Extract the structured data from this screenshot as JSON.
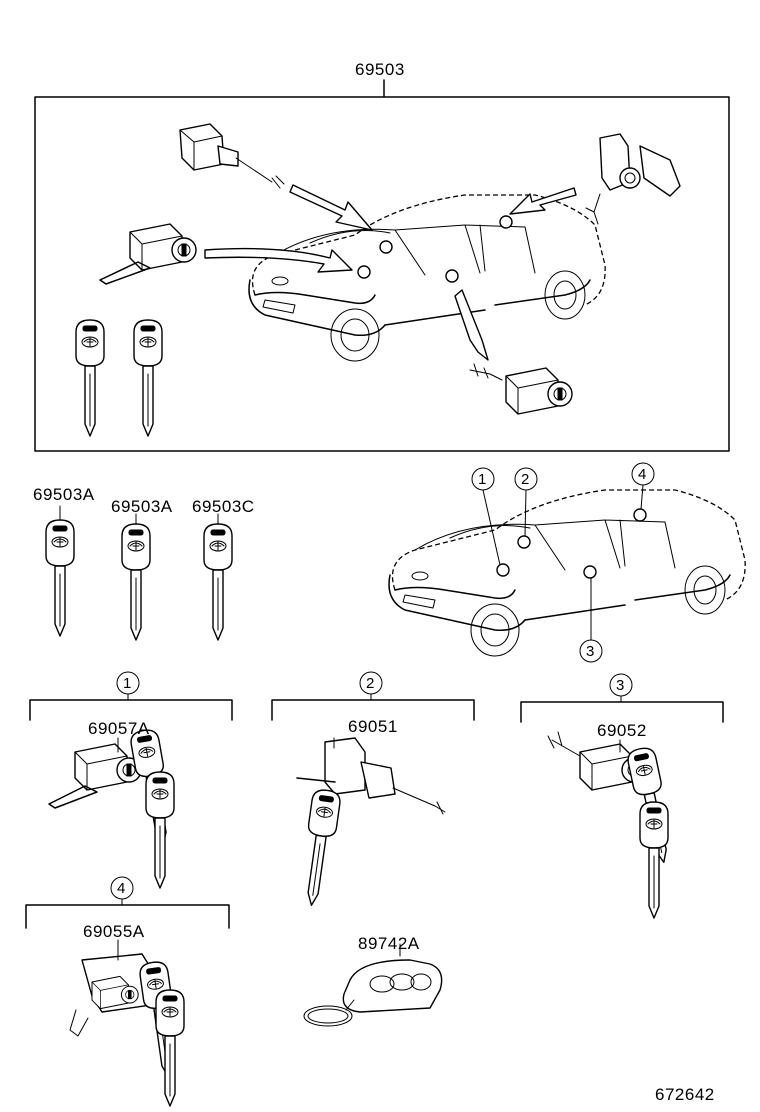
{
  "labels": {
    "assembly": "69503",
    "key_a1": "69503A",
    "key_a2": "69503A",
    "key_c": "69503C",
    "ignition": "69057A",
    "door_front": "69051",
    "door_rear": "69052",
    "trunk": "69055A",
    "transmitter": "89742A",
    "diagram_code": "672642"
  },
  "callouts": {
    "c1": "1",
    "c2": "2",
    "c3": "3",
    "c4": "4"
  },
  "groups": {
    "g1": "1",
    "g2": "2",
    "g3": "3",
    "g4": "4"
  }
}
